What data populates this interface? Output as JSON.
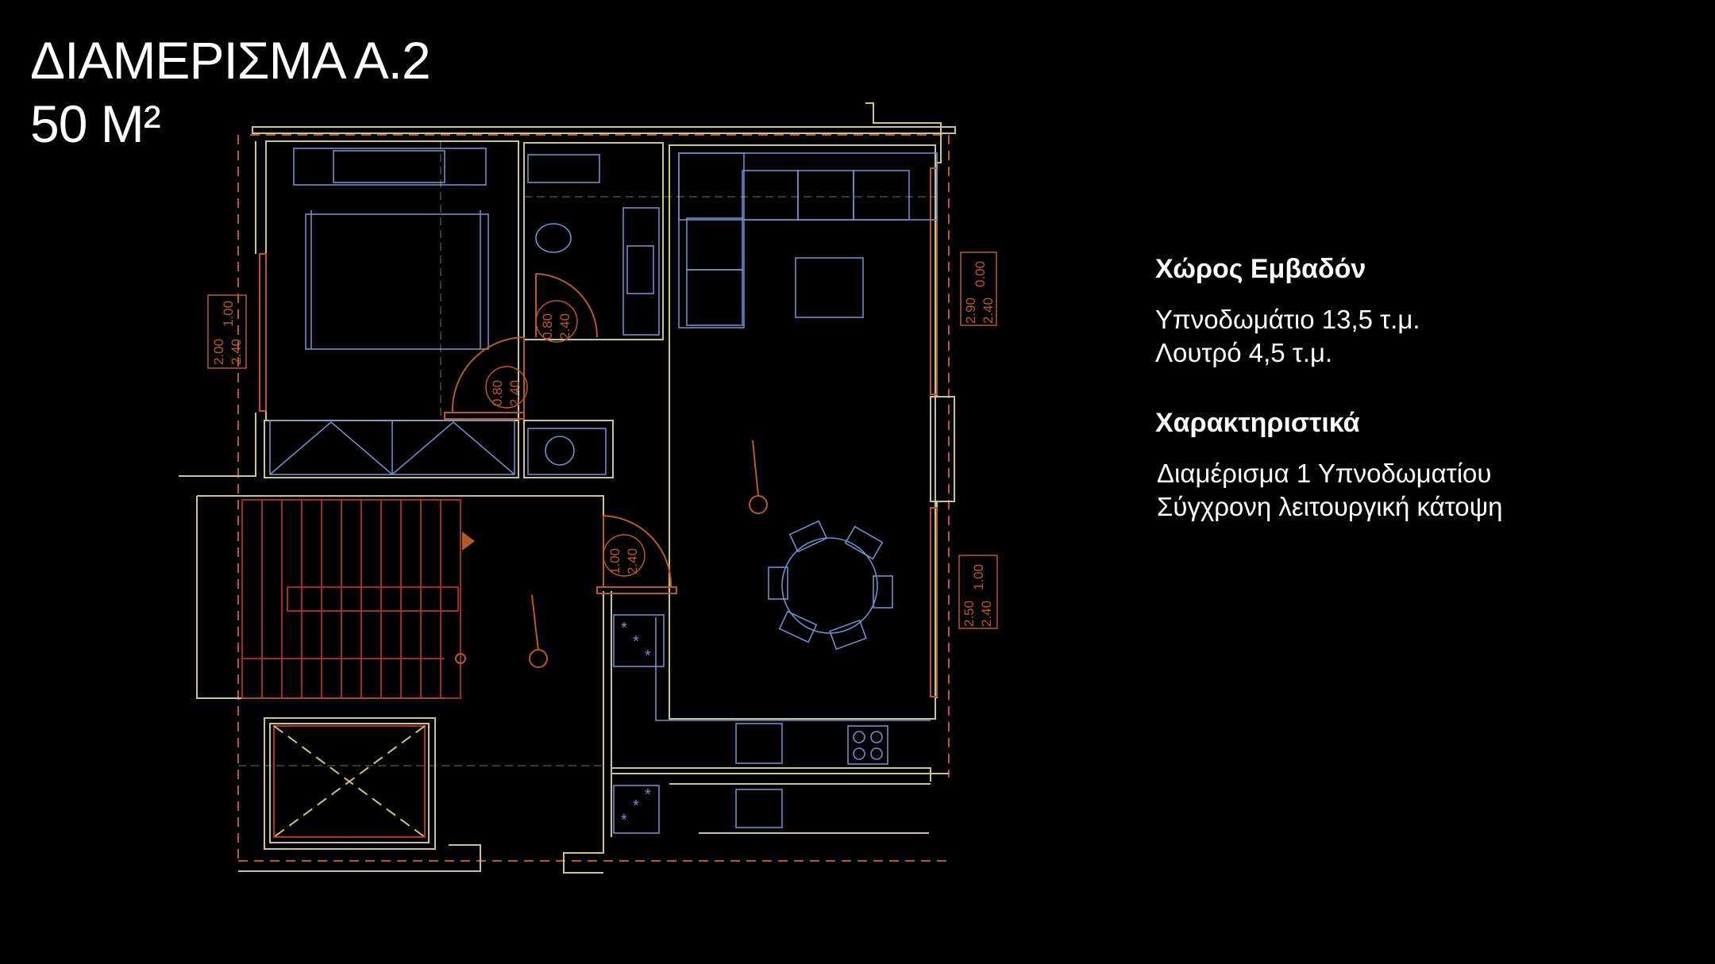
{
  "header": {
    "title_line1": "ΔΙΑΜΕΡΙΣΜΑ Α.2",
    "title_line2": "50 Μ²"
  },
  "info": {
    "section1": {
      "heading": "Χώρος Εμβαδόν",
      "lines": [
        "Υπνοδωμάτιο 13,5 τ.μ.",
        "Λουτρό 4,5 τ.μ."
      ]
    },
    "section2": {
      "heading": "Χαρακτηριστικά",
      "lines": [
        "Διαμέρισμα 1 Υπνοδωματίου",
        "Σύγχρονη λειτουργική κάτοψη"
      ]
    }
  },
  "plan": {
    "window_tags": [
      {
        "a": "1.00",
        "b": "2.00",
        "c": "2.40"
      },
      {
        "a": "0.00",
        "b": "2.90",
        "c": "2.40"
      },
      {
        "a": "1.00",
        "b": "2.50",
        "c": "2.40"
      }
    ],
    "door_tags": [
      {
        "a": "0.80",
        "b": "2.40"
      },
      {
        "a": "0.80",
        "b": "2.40"
      },
      {
        "a": "1.00",
        "b": "2.40"
      }
    ]
  },
  "colors": {
    "wall": "#c8c48a",
    "furniture": "#6f8fc9",
    "accent": "#b85a26",
    "background": "#000000"
  }
}
